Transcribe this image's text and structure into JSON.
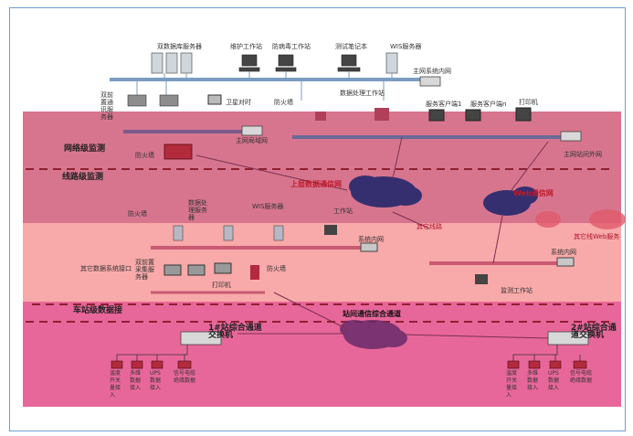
{
  "diagram": {
    "nodes": {
      "dual_db_server": "双数据库服务器",
      "maintenance_ws": "维护工作站",
      "antivirus_ws": "防病毒工作站",
      "test_laptop": "测试笔记本",
      "wis_server": "WIS服务器",
      "main_intranet": "主网系统内网",
      "dual_comm_server": "双前置通讯服务器",
      "time_sync": "卫星对时",
      "firewall_top": "防火墙",
      "data_processing": "数据处理工作站",
      "client1": "服务客户端1",
      "client_n": "服务客户端n",
      "printer_top": "打印机",
      "main_lan": "主网局域网",
      "firewall_mid": "防火墙",
      "main_outer": "主网站间外网",
      "net_monitor": "网络级监测",
      "line_monitor": "线路级监测",
      "upper_network": "上层数据通信网",
      "web_network": "Web通信网",
      "firewall_low": "防火墙",
      "data_processing_server": "数据处理服务器",
      "wis_server_low": "WIS服务器",
      "workstation": "工作站",
      "other_lines": "其它线路",
      "other_web": "其它线Web服务",
      "system_intranet": "系统内网",
      "system_intranet2": "系统内网",
      "other_data_system": "其它数据系统接口",
      "dual_collect_server": "双前置采集服务器",
      "printer_low": "打印机",
      "firewall_low2": "防火墙",
      "monitor_ws": "监测工作站",
      "station_data": "车站级数据接",
      "station_comm": "站间通信综合通道",
      "switch1": "1#站综合通道交换机",
      "switch2": "2#站综合通道交换机",
      "leaf1": "温度开关量接入",
      "leaf2": "多维数据接入",
      "leaf3": "UPS数据接入",
      "leaf4": "信号电缆绝缘数据",
      "leaf5": "温度开关量接入",
      "leaf6": "多维数据接入",
      "leaf7": "UPS数据接入",
      "leaf8": "信号电缆绝缘数据"
    }
  }
}
